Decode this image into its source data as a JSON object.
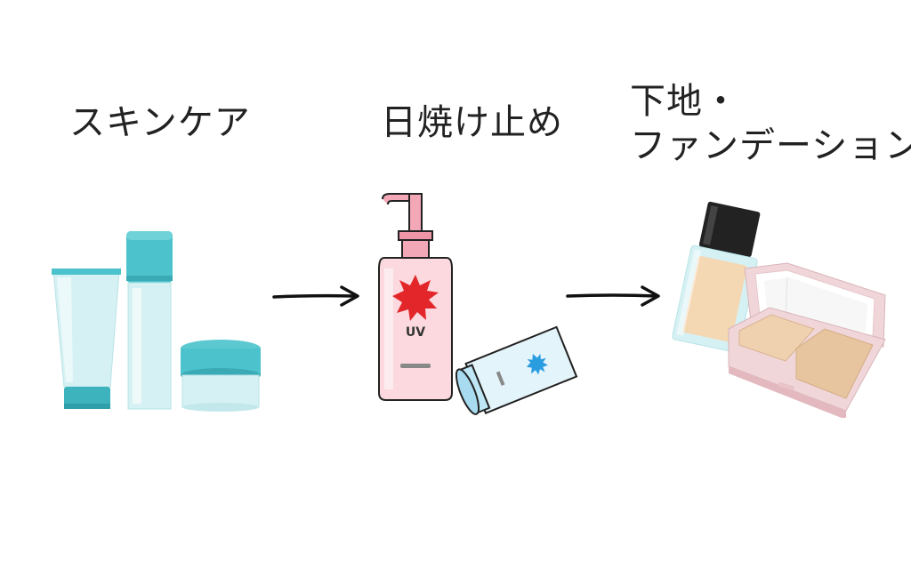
{
  "steps": [
    {
      "label": "スキンケア"
    },
    {
      "label": "日焼け止め",
      "bottle_text": "UV"
    },
    {
      "label_line1": "下地・",
      "label_line2": "ファンデーション"
    }
  ],
  "colors": {
    "skincare_teal": "#4cc3cc",
    "skincare_light": "#d6f1f3",
    "sunscreen_pink": "#f7c9cf",
    "sun_red": "#e3262a",
    "sun_blue": "#2a9de0",
    "foundation_beige": "#f4d7b3",
    "compact_pink": "#f1d6d9"
  },
  "icons": [
    "skincare-products-icon",
    "arrow-right-icon",
    "sunscreen-products-icon",
    "foundation-compact-icon"
  ]
}
